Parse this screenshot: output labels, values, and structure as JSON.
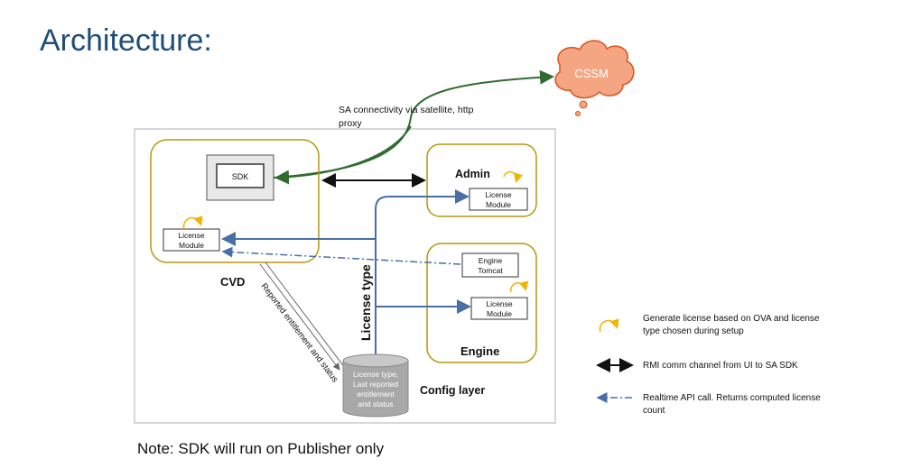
{
  "page": {
    "title": "Architecture:",
    "note": "Note: SDK will run on Publisher only"
  },
  "diagram": {
    "cloud_label": "CSSM",
    "connection_label_line1": "SA connectivity via satellite, http",
    "connection_label_line2": "proxy",
    "sdk_label": "SDK",
    "cvd_label": "CVD",
    "admin_label": "Admin",
    "engine_label": "Engine",
    "config_layer_label": "Config layer",
    "license_module_line1": "License",
    "license_module_line2": "Module",
    "engine_tomcat_line1": "Engine",
    "engine_tomcat_line2": "Tomcat",
    "license_type_label": "License type",
    "reported_label": "Reported entitlement and status",
    "db_line1": "License type,",
    "db_line2": "Last reported",
    "db_line3": "entitlement",
    "db_line4": "and status"
  },
  "legend": {
    "generate_line1": "Generate license based on OVA and license",
    "generate_line2": "type chosen during setup",
    "rmi": "RMI comm channel from UI to SA SDK",
    "realtime_line1": "Realtime API call. Returns computed license",
    "realtime_line2": "count"
  },
  "colors": {
    "title": "#1f4e79",
    "gold_border": "#b8960c",
    "cloud_fill": "#f4a582",
    "cloud_stroke": "#d9531e",
    "cloud_text": "#ffffff",
    "green_line": "#2f6b2f",
    "blue_line": "#4a6fa5",
    "loop_arrow": "#f0b400"
  }
}
